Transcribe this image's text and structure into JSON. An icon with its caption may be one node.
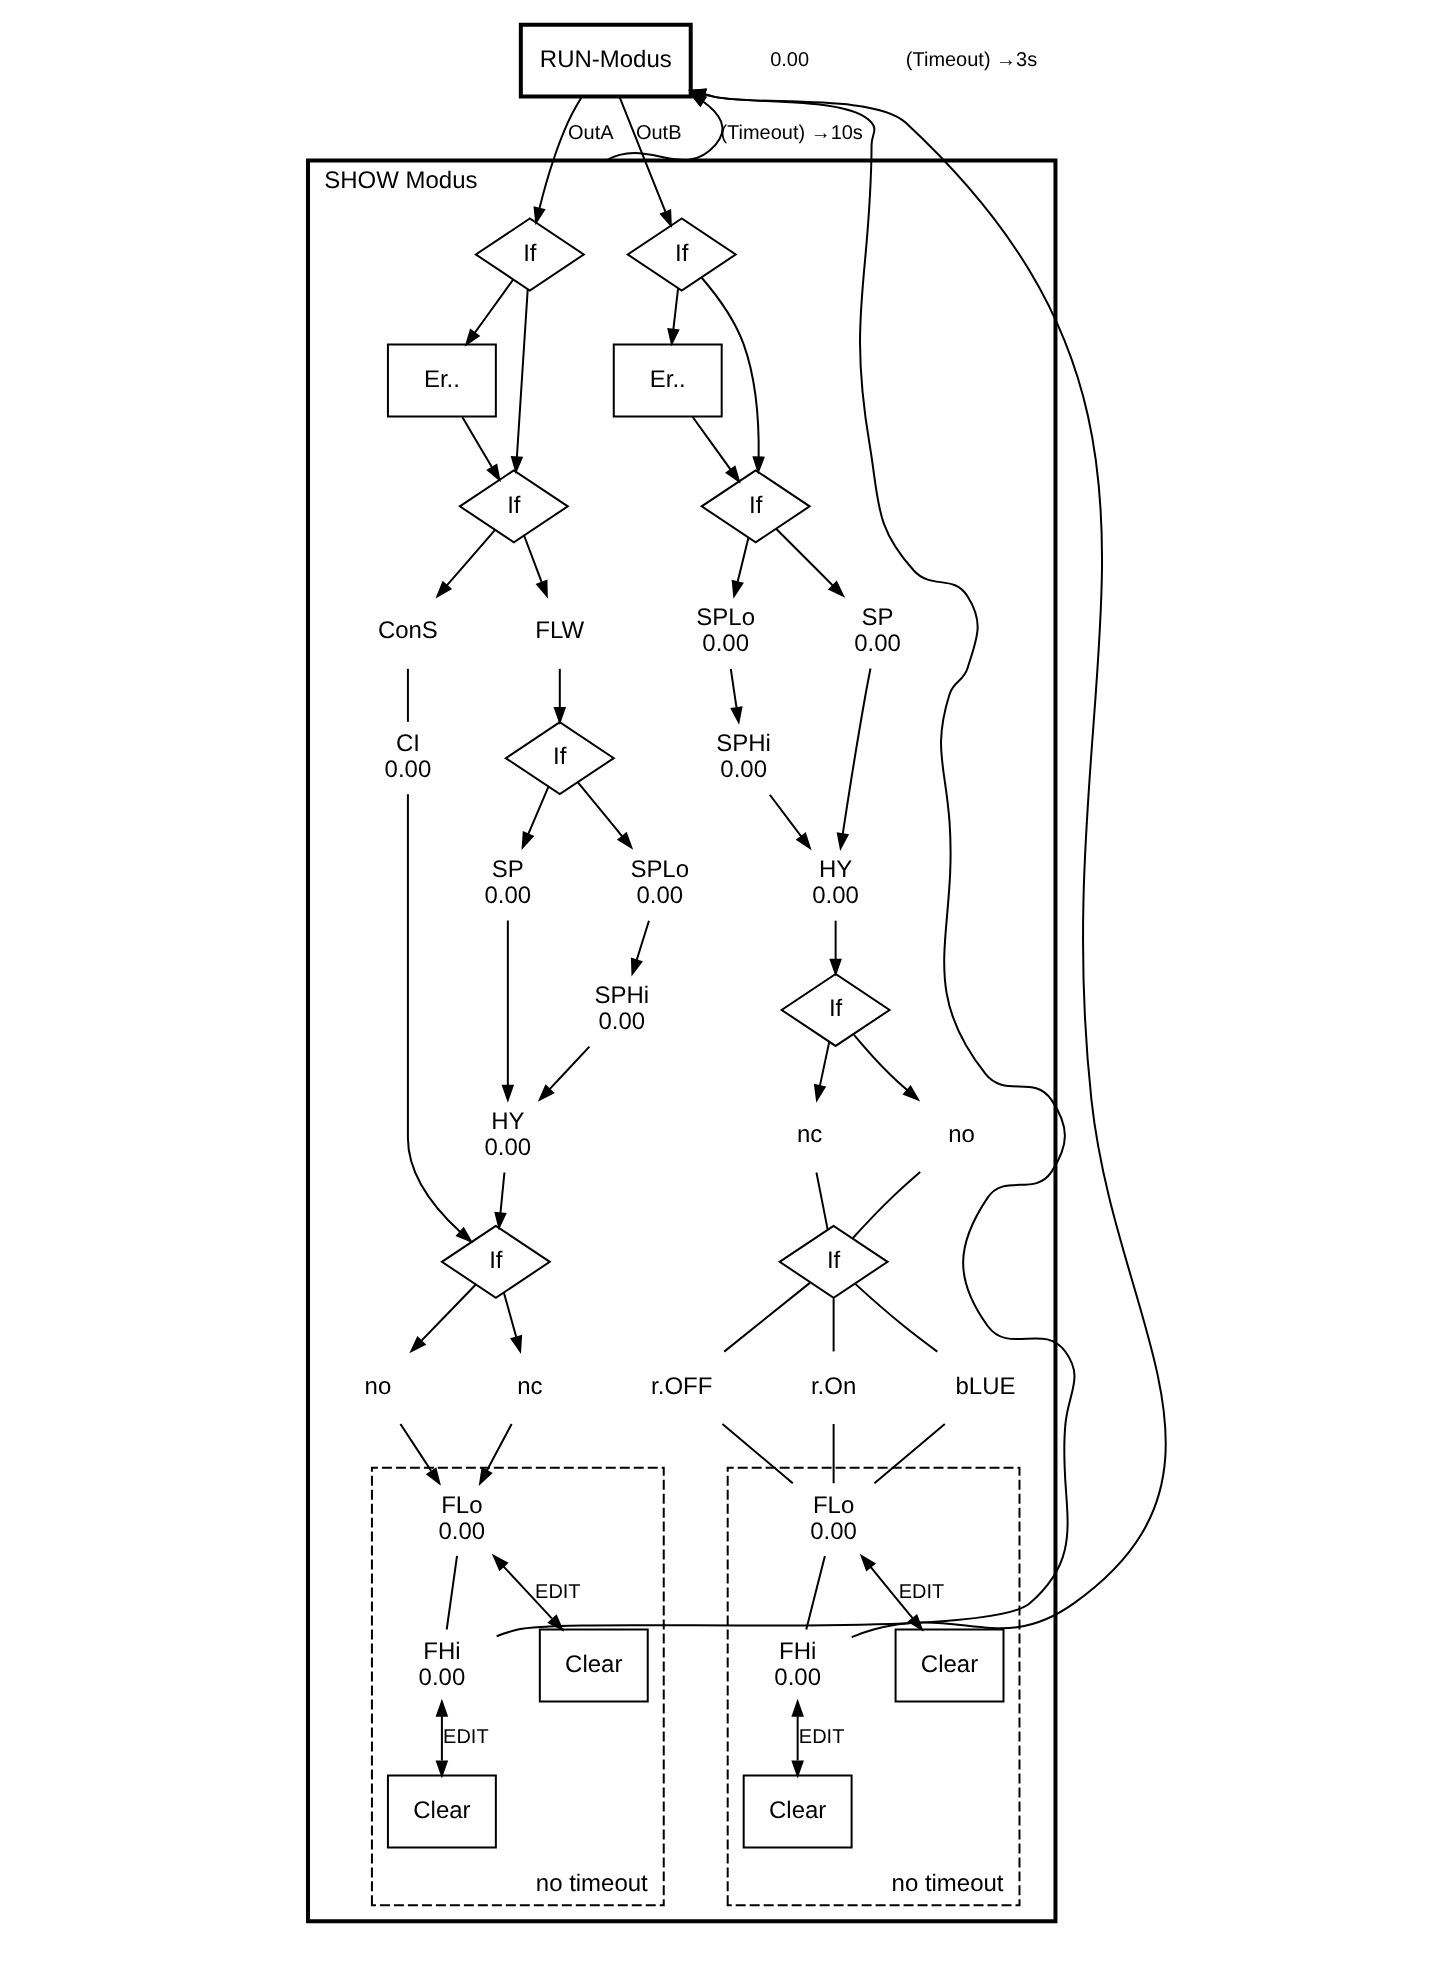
{
  "diagram": {
    "nodes": [
      {
        "text": [
          "RUN-Modus"
        ]
      },
      {
        "text": [
          "SHOW Modus"
        ]
      },
      {
        "text": [
          "If"
        ],
        "in": 1
      },
      {
        "text": [
          "Er.."
        ],
        "in": 1
      },
      {
        "text": [
          "If"
        ],
        "in": 1
      },
      {
        "text": [
          "ConS"
        ],
        "in": 1
      },
      {
        "text": [
          "FLW"
        ],
        "in": 1
      },
      {
        "text": [
          "If"
        ],
        "in": 1
      },
      {
        "text": [
          "SPLo",
          "0.00"
        ],
        "in": 1
      },
      {
        "text": [
          "SPHi",
          "0.00"
        ],
        "in": 1
      },
      {
        "text": [
          "SP",
          "0.00"
        ],
        "in": 1
      },
      {
        "text": [
          "CI",
          "0.00"
        ],
        "in": 1
      },
      {
        "text": [
          "HY",
          "0.00"
        ],
        "in": 1
      },
      {
        "text": [
          "If"
        ],
        "in": 1
      },
      {
        "text": [
          "no"
        ],
        "in": 1
      },
      {
        "text": [
          "nc"
        ],
        "in": 1
      },
      {
        "text": [
          "no timeout"
        ],
        "in": 1
      },
      {
        "text": [
          "FLo",
          "0.00"
        ],
        "in": 16
      },
      {
        "text": [
          "FHi",
          "0.00"
        ],
        "in": 16
      },
      {
        "text": [
          "Clear"
        ],
        "in": 16
      },
      {
        "text": [
          "Clear"
        ],
        "in": 16
      },
      {
        "text": [
          "If"
        ],
        "in": 1
      },
      {
        "text": [
          "Er.."
        ],
        "in": 1
      },
      {
        "text": [
          "If"
        ],
        "in": 1
      },
      {
        "text": [
          "SPLo",
          "0.00"
        ],
        "in": 1
      },
      {
        "text": [
          "SPHi",
          "0.00"
        ],
        "in": 1
      },
      {
        "text": [
          "SP",
          "0.00"
        ],
        "in": 1
      },
      {
        "text": [
          "HY",
          "0.00"
        ],
        "in": 1
      },
      {
        "text": [
          "If"
        ],
        "in": 1
      },
      {
        "text": [
          "no"
        ],
        "in": 1
      },
      {
        "text": [
          "nc"
        ],
        "in": 1
      },
      {
        "text": [
          "If"
        ],
        "in": 1
      },
      {
        "text": [
          "r.On"
        ],
        "in": 1
      },
      {
        "text": [
          "bLUE"
        ],
        "in": 1
      },
      {
        "text": [
          "r.OFF"
        ],
        "in": 1
      },
      {
        "text": [
          "no timeout"
        ],
        "in": 1
      },
      {
        "text": [
          "FLo",
          "0.00"
        ],
        "in": 35
      },
      {
        "text": [
          "FHi",
          "0.00"
        ],
        "in": 35
      },
      {
        "text": [
          "Clear"
        ],
        "in": 35
      },
      {
        "text": [
          "Clear"
        ],
        "in": 35
      }
    ],
    "edges": [
      {
        "from": 0,
        "to": 2,
        "arrow": "to",
        "label": "OutA"
      },
      {
        "from": 1,
        "to": 0,
        "arrow": "to",
        "label": "(Timeout) →10s"
      },
      {
        "from": 0,
        "to": 21,
        "arrow": "to",
        "label": "OutB"
      },
      {
        "from": 2,
        "to": 3,
        "arrow": "to"
      },
      {
        "from": 2,
        "to": 4,
        "arrow": "to"
      },
      {
        "from": 3,
        "to": 4,
        "arrow": "to"
      },
      {
        "from": 4,
        "to": 5,
        "arrow": "to"
      },
      {
        "from": 4,
        "to": 6,
        "arrow": "to"
      },
      {
        "from": 6,
        "to": 7,
        "arrow": "to"
      },
      {
        "from": 7,
        "to": 8,
        "arrow": "to"
      },
      {
        "from": 7,
        "to": 10,
        "arrow": "to"
      },
      {
        "from": 8,
        "to": 9,
        "arrow": "to"
      },
      {
        "from": 5,
        "to": 11,
        "arrow": "none"
      },
      {
        "from": 9,
        "to": 12,
        "arrow": "to"
      },
      {
        "from": 10,
        "to": 12,
        "arrow": "to"
      },
      {
        "from": 11,
        "to": 13,
        "arrow": "to"
      },
      {
        "from": 12,
        "to": 13,
        "arrow": "to"
      },
      {
        "from": 13,
        "to": 14,
        "arrow": "to"
      },
      {
        "from": 13,
        "to": 15,
        "arrow": "to"
      },
      {
        "from": 14,
        "to": 17,
        "arrow": "to"
      },
      {
        "from": 15,
        "to": 17,
        "arrow": "to"
      },
      {
        "from": 17,
        "to": 18,
        "arrow": "none"
      },
      {
        "from": 17,
        "to": 19,
        "arrow": "both",
        "label": "EDIT"
      },
      {
        "from": 18,
        "to": 20,
        "arrow": "both",
        "label": "EDIT"
      },
      {
        "from": 18,
        "to": 0,
        "arrow": "to"
      },
      {
        "from": 21,
        "to": 22,
        "arrow": "to"
      },
      {
        "from": 21,
        "to": 23,
        "arrow": "to"
      },
      {
        "from": 22,
        "to": 23,
        "arrow": "to"
      },
      {
        "from": 23,
        "to": 24,
        "arrow": "to"
      },
      {
        "from": 23,
        "to": 26,
        "arrow": "to"
      },
      {
        "from": 24,
        "to": 25,
        "arrow": "to"
      },
      {
        "from": 25,
        "to": 27,
        "arrow": "to"
      },
      {
        "from": 26,
        "to": 27,
        "arrow": "to"
      },
      {
        "from": 27,
        "to": 28,
        "arrow": "to"
      },
      {
        "from": 28,
        "to": 29,
        "arrow": "to"
      },
      {
        "from": 28,
        "to": 30,
        "arrow": "to"
      },
      {
        "from": 29,
        "to": 31,
        "arrow": "none"
      },
      {
        "from": 30,
        "to": 31,
        "arrow": "none"
      },
      {
        "from": 31,
        "to": 32,
        "arrow": "none"
      },
      {
        "from": 31,
        "to": 33,
        "arrow": "none"
      },
      {
        "from": 31,
        "to": 34,
        "arrow": "none"
      },
      {
        "from": 32,
        "to": 36,
        "arrow": "none"
      },
      {
        "from": 33,
        "to": 36,
        "arrow": "none"
      },
      {
        "from": 34,
        "to": 36,
        "arrow": "none"
      },
      {
        "from": 36,
        "to": 37,
        "arrow": "none"
      },
      {
        "from": 36,
        "to": 38,
        "arrow": "both",
        "label": "EDIT"
      },
      {
        "from": 37,
        "to": 39,
        "arrow": "both",
        "label": "EDIT"
      },
      {
        "from": 37,
        "to": 0,
        "arrow": "to"
      }
    ],
    "labels": [
      "0.00",
      "(Timeout) →3s"
    ]
  }
}
